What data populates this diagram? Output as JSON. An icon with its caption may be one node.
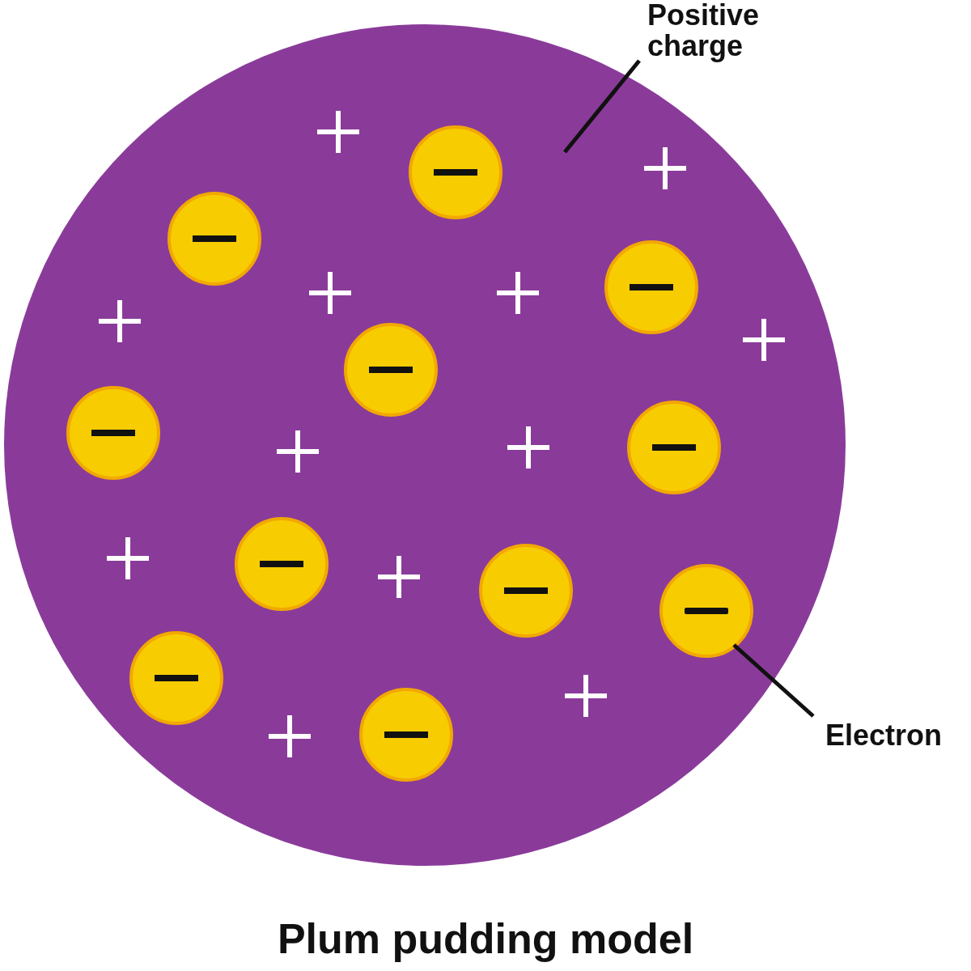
{
  "diagram": {
    "caption": "Plum pudding model",
    "nodes": [
      {
        "text": [
          "Positive charge"
        ]
      },
      {
        "text": [],
        "shape": "circle"
      },
      {
        "text": [],
        "shape": "circle",
        "in": 1
      },
      {
        "text": [
          "Electron"
        ]
      }
    ],
    "edges": [
      {
        "from": 0,
        "to": 1,
        "arrow": "none"
      },
      {
        "from": 3,
        "to": 2,
        "arrow": "none"
      }
    ]
  }
}
